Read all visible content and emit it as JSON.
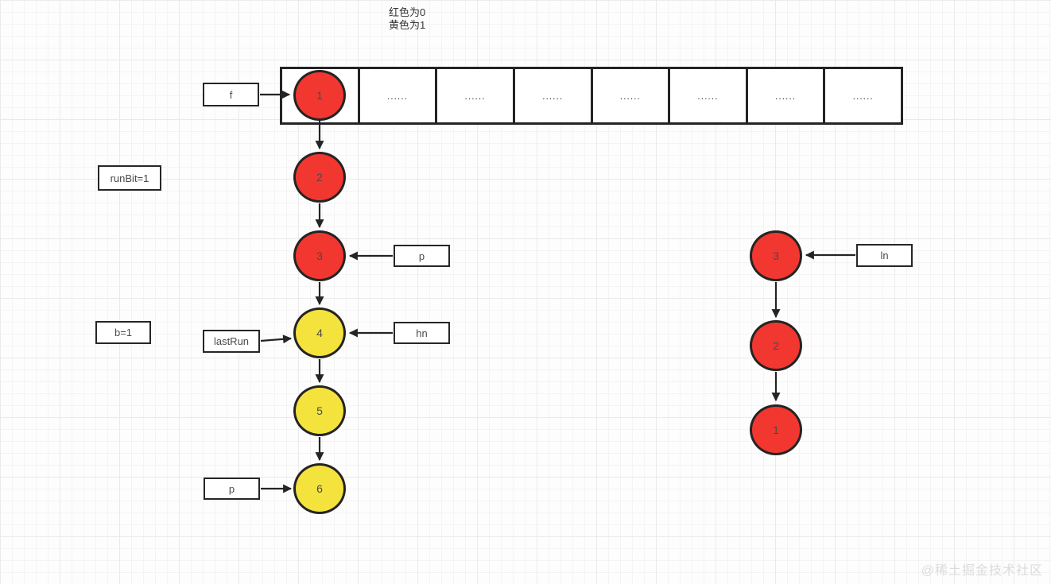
{
  "legend": {
    "red_line": "红色为0",
    "yellow_line": "黄色为1"
  },
  "array": {
    "cells": [
      "",
      "......",
      "......",
      "......",
      "......",
      "......",
      "......",
      "......"
    ]
  },
  "main_chain": {
    "nodes": [
      {
        "label": "1",
        "color": "red"
      },
      {
        "label": "2",
        "color": "red"
      },
      {
        "label": "3",
        "color": "red"
      },
      {
        "label": "4",
        "color": "yellow"
      },
      {
        "label": "5",
        "color": "yellow"
      },
      {
        "label": "6",
        "color": "yellow"
      }
    ]
  },
  "right_chain": {
    "nodes": [
      {
        "label": "3",
        "color": "red"
      },
      {
        "label": "2",
        "color": "red"
      },
      {
        "label": "1",
        "color": "red"
      }
    ]
  },
  "pointers": {
    "f": "f",
    "runBit": "runBit=1",
    "p_top": "p",
    "b": "b=1",
    "lastRun": "lastRun",
    "hn": "hn",
    "p_bottom": "p",
    "ln": "ln"
  },
  "colors": {
    "red": "#f23730",
    "yellow": "#f5e33d",
    "stroke": "#242424",
    "watermark_gray": "#dcdcdc"
  },
  "watermark": "@稀土掘金技术社区"
}
